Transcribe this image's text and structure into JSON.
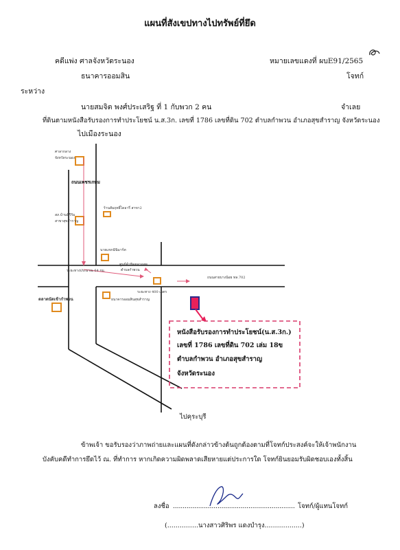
{
  "doc": {
    "title": "แผนที่สังเขปทางไปทรัพย์ที่ยึด",
    "court": "คดีแพ่ง  ศาลจังหวัดระนอง",
    "case_no": "หมายเลขแดงที่ ผบE91/2565",
    "plaintiff_name": "ธนาคารออมสิน",
    "plaintiff_label": "โจทก์",
    "between": "ระหว่าง",
    "defendant_name": "นายสมจิต  พงศ์ประเสริฐ ที่ 1 กับพวก 2 คน",
    "defendant_label": "จำเลย",
    "property_line": "ที่ดินตามหนังสือรับรองการทำประโยชน์ น.ส.3ก. เลขที่  1786 เลขที่ดิน 702  ตำบลกำพวน อำเภอสุขสำราญ  จังหวัดระนอง"
  },
  "map": {
    "to_ranong": "ไปเมืองระนอง",
    "to_kuraburi": "ไปคุระบุรี",
    "landmarks": {
      "provincial_office": [
        "ศาลากลาง",
        "จังหวัดระนอง"
      ],
      "main_road": "ถนนเพชรเกษม",
      "shop": "ร้านสัมฤทธิ์ไดอารี่ สาขา2",
      "police": [
        "สภ.บ้านคิรีรัม",
        "สาขาสุขสำราญ"
      ],
      "restaurant": "นายแขกมินิมาร์ท",
      "km_marker": "ระยะทางประมาณ 64 กม.",
      "market": "ศูนย์ค้าขิดตลาดสด",
      "tambon": "ตำบลกำพวน",
      "distance_400": "ระยะทาง 400 เมตร",
      "side_road": "ถนนสายบางน้อย ทล.702",
      "kampuan_market": "ตลาดนัดเช้ากำพวน",
      "bank": "ธนาคารออมสินสุขสำราญ"
    },
    "property_box": {
      "line1": "หนังสือรับรองการทำประโยชน์(น.ส.3ก.)",
      "line2": "เลขที่ 1786   เลขที่ดิน 702 เล่ม 18ข",
      "line3": "ตำบลกำพวน     อำเภอสุขสำราญ",
      "line4": "จังหวัดระนอง"
    }
  },
  "certification": {
    "line1": "ข้าพเจ้า ขอรับรองว่าภาพถ่ายและแผนที่ดังกล่าวข้างต้นถูกต้องตามที่โจทก์ประสงค์จะให้เจ้าพนักงาน",
    "line2": "บังคับคดีทำการยึดไว้ ณ. ที่ทำการ  หากเกิดความผิดพลาดเสียหายแต่ประการใด โจทก์ยินยอมรับผิดชอบเองทั้งสิ้น"
  },
  "signature": {
    "sign_label": "ลงชื่อ",
    "sign_dots": "...............................................................",
    "role": "โจทก์/ผู้แทนโจทก์",
    "name_line": "(...............นางสาวศิริพร  แดงบำรุง..................)"
  },
  "colors": {
    "road": "#111111",
    "landmark": "#e08a1e",
    "arrow": "#e05a7a",
    "property_fill": "#e8205a",
    "property_outline": "#2a2a8a",
    "box_border": "#d8386a",
    "ink_signature": "#1a2a8a"
  }
}
